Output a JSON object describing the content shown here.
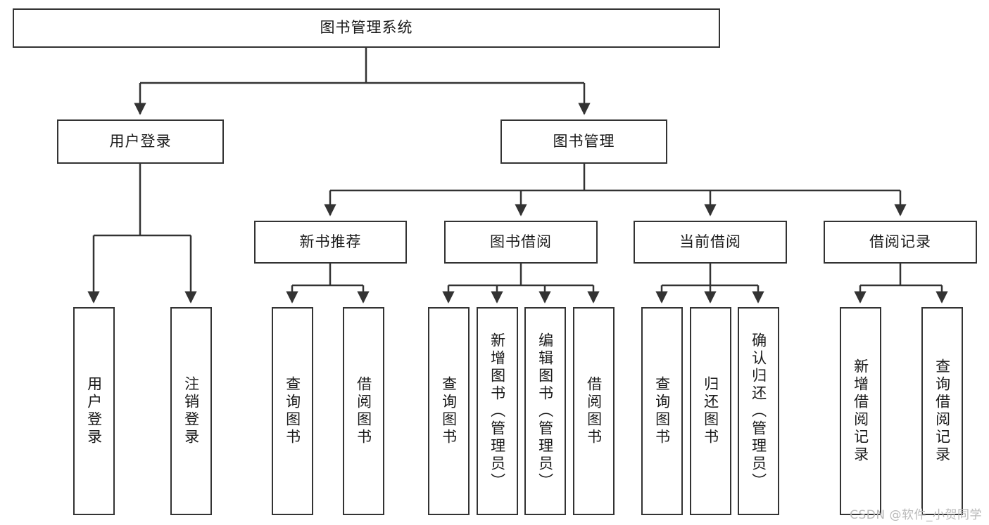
{
  "diagram": {
    "title": "图书管理系统",
    "type": "tree-hierarchy-chart",
    "orientation": "top-down",
    "colors": {
      "node_border": "#333333",
      "node_fill": "#ffffff",
      "edge": "#333333",
      "text": "#1a1a1a",
      "watermark": "#b9b9b9",
      "background": "#ffffff"
    }
  },
  "watermark": {
    "text": "CSDN @软件_小贺同学"
  },
  "nodes": {
    "root": {
      "label": "图书管理系统",
      "level": 1,
      "orientation": "horizontal"
    },
    "l2": [
      {
        "id": "user-login",
        "label": "用户登录",
        "level": 2,
        "orientation": "horizontal"
      },
      {
        "id": "book-manage",
        "label": "图书管理",
        "level": 2,
        "orientation": "horizontal"
      }
    ],
    "l3": [
      {
        "id": "new-book-recommend",
        "label": "新书推荐",
        "level": 3,
        "orientation": "horizontal"
      },
      {
        "id": "book-borrow",
        "label": "图书借阅",
        "level": 3,
        "orientation": "horizontal"
      },
      {
        "id": "current-borrow",
        "label": "当前借阅",
        "level": 3,
        "orientation": "horizontal"
      },
      {
        "id": "borrow-record",
        "label": "借阅记录",
        "level": 3,
        "orientation": "horizontal"
      }
    ],
    "leaves": [
      {
        "id": "leaf-user-login",
        "label": "用户登录",
        "parent": "user-login",
        "orientation": "vertical"
      },
      {
        "id": "leaf-user-logout",
        "label": "注销登录",
        "parent": "user-login",
        "orientation": "vertical"
      },
      {
        "id": "leaf-query-book-1",
        "label": "查询图书",
        "parent": "new-book-recommend",
        "orientation": "vertical"
      },
      {
        "id": "leaf-borrow-book-1",
        "label": "借阅图书",
        "parent": "new-book-recommend",
        "orientation": "vertical"
      },
      {
        "id": "leaf-query-book-2",
        "label": "查询图书",
        "parent": "book-borrow",
        "orientation": "vertical"
      },
      {
        "id": "leaf-add-book",
        "label": "新增图书（管理员）",
        "parent": "book-borrow",
        "orientation": "vertical"
      },
      {
        "id": "leaf-edit-book",
        "label": "编辑图书（管理员）",
        "parent": "book-borrow",
        "orientation": "vertical"
      },
      {
        "id": "leaf-borrow-book-2",
        "label": "借阅图书",
        "parent": "book-borrow",
        "orientation": "vertical"
      },
      {
        "id": "leaf-query-book-3",
        "label": "查询图书",
        "parent": "current-borrow",
        "orientation": "vertical"
      },
      {
        "id": "leaf-return-book",
        "label": "归还图书",
        "parent": "current-borrow",
        "orientation": "vertical"
      },
      {
        "id": "leaf-confirm-return",
        "label": "确认归还（管理员）",
        "parent": "current-borrow",
        "orientation": "vertical"
      },
      {
        "id": "leaf-add-record",
        "label": "新增借阅记录",
        "parent": "borrow-record",
        "orientation": "vertical"
      },
      {
        "id": "leaf-query-record",
        "label": "查询借阅记录",
        "parent": "borrow-record",
        "orientation": "vertical"
      }
    ]
  }
}
